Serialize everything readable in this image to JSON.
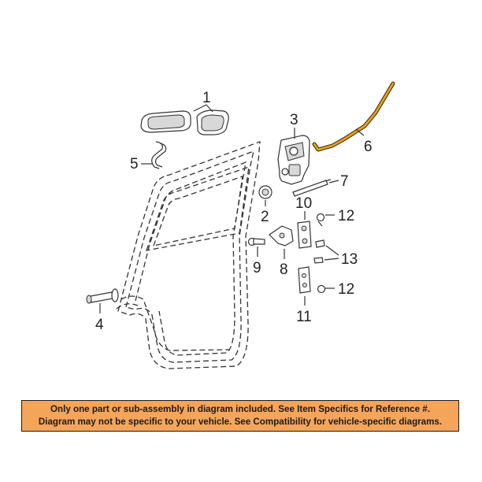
{
  "diagram": {
    "callouts": {
      "c1": "1",
      "c3": "3",
      "c5": "5",
      "c6": "6",
      "c7": "7",
      "c2": "2",
      "c10": "10",
      "c12a": "12",
      "c9": "9",
      "c8": "8",
      "c13": "13",
      "c12b": "12",
      "c4": "4",
      "c11": "11"
    },
    "highlight_color": "#f0a020"
  },
  "notice": {
    "line1": "Only one part or sub-assembly in diagram included. See Item Specifics for Reference #.",
    "line2": "Diagram may not be specific to your vehicle. See Compatibility for vehicle-specific diagrams.",
    "background_color": "#f5a55a"
  }
}
